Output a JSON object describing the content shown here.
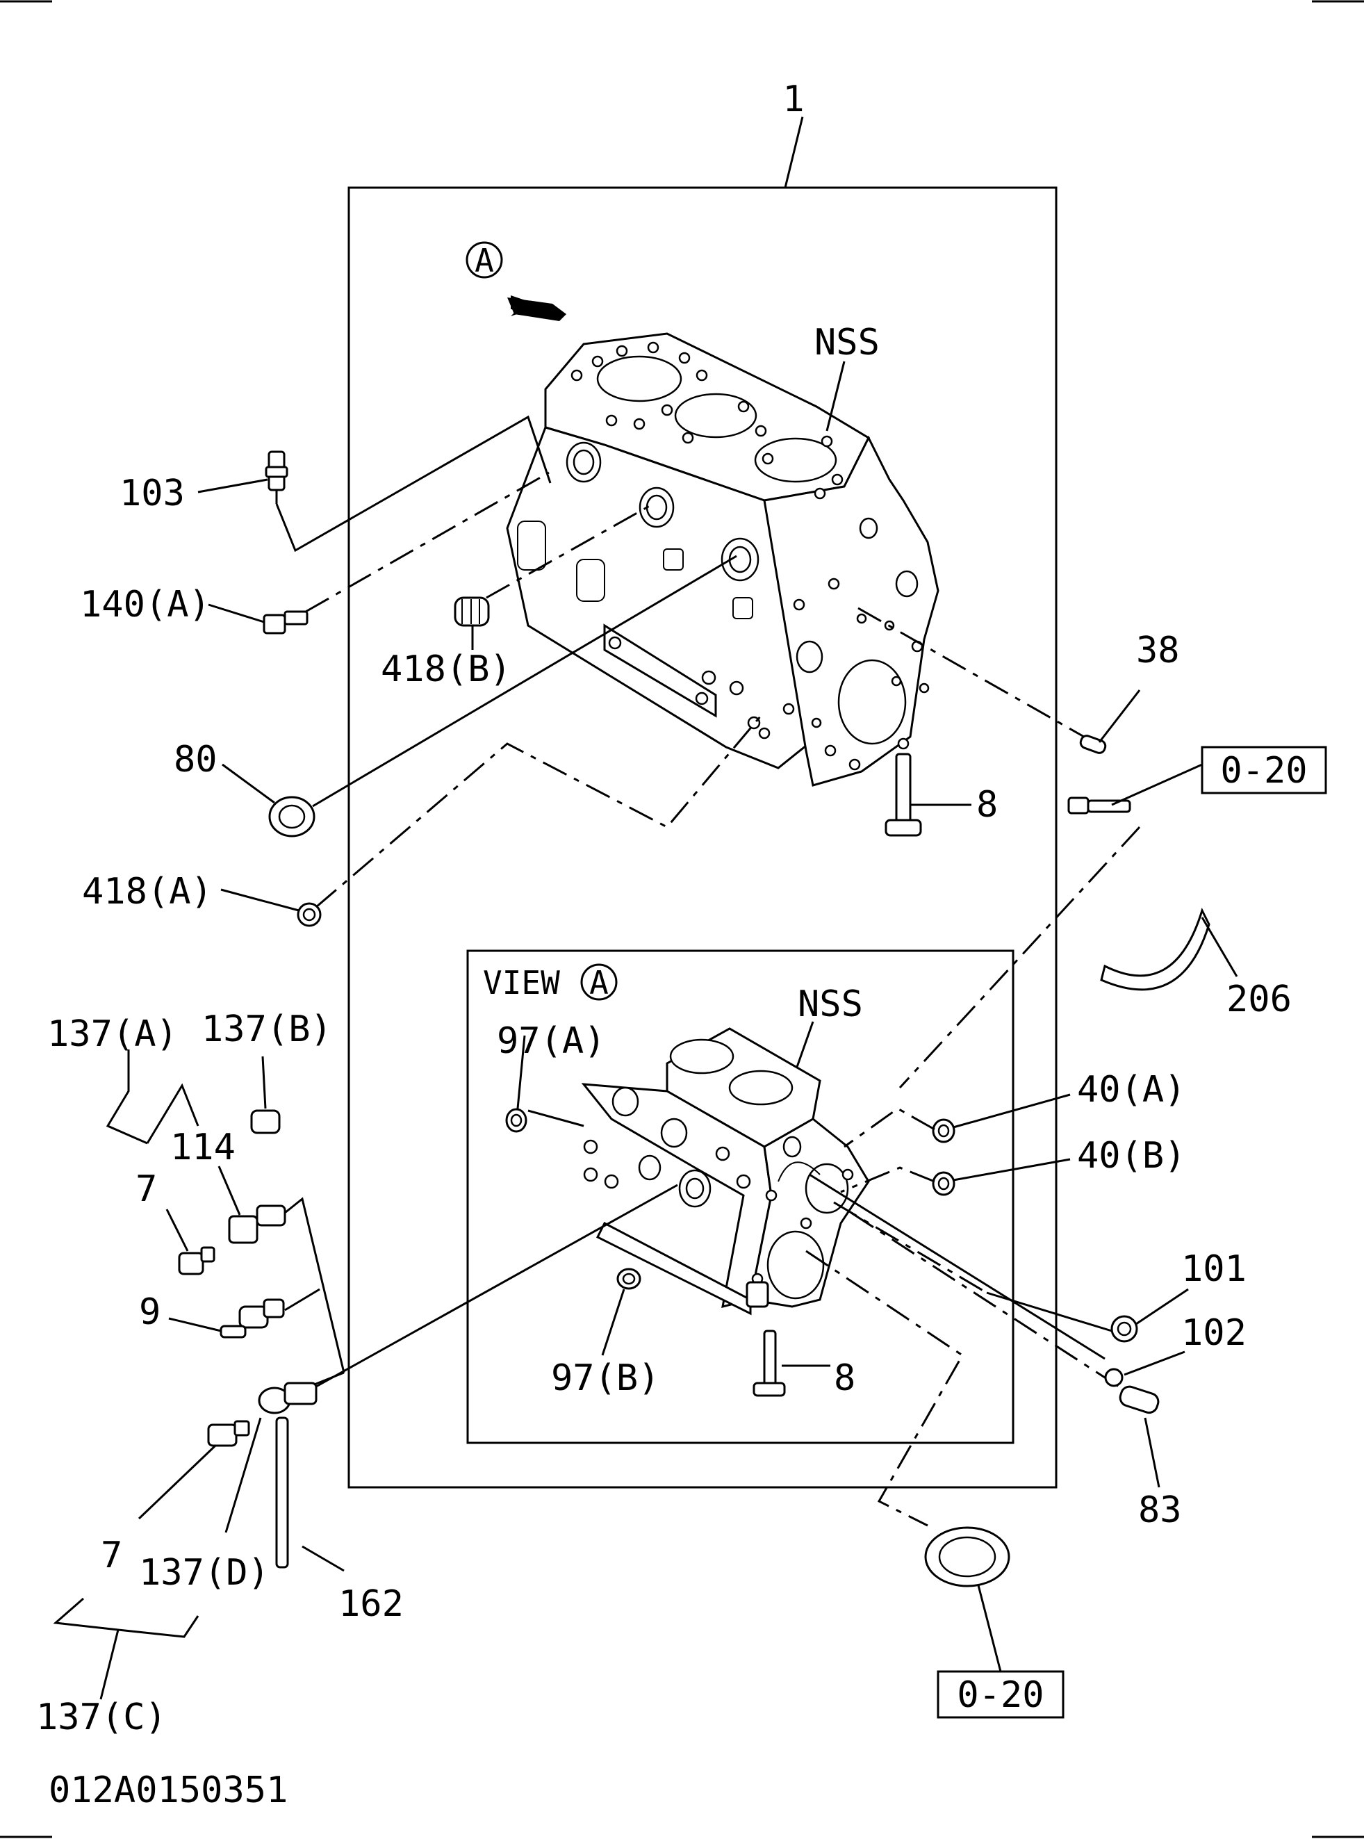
{
  "diagram": {
    "ref_code": "012A0150351",
    "labels": {
      "main": "1",
      "view_marker": "A",
      "nss_top": "NSS",
      "nss_view": "NSS",
      "view_title": "VIEW",
      "p103": "103",
      "p140a": "140(A)",
      "p418b": "418(B)",
      "p80": "80",
      "p418a": "418(A)",
      "p38": "38",
      "ref020_top": "0-20",
      "p8_top": "8",
      "p206": "206",
      "p137a": "137(A)",
      "p137b": "137(B)",
      "p114": "114",
      "p7_top": "7",
      "p9": "9",
      "p97a": "97(A)",
      "p97b": "97(B)",
      "p8_view": "8",
      "p40a": "40(A)",
      "p40b": "40(B)",
      "p101": "101",
      "p102": "102",
      "p83": "83",
      "p7_bottom": "7",
      "p137d": "137(D)",
      "p162": "162",
      "p137c": "137(C)",
      "ref020_bottom": "0-20"
    }
  }
}
